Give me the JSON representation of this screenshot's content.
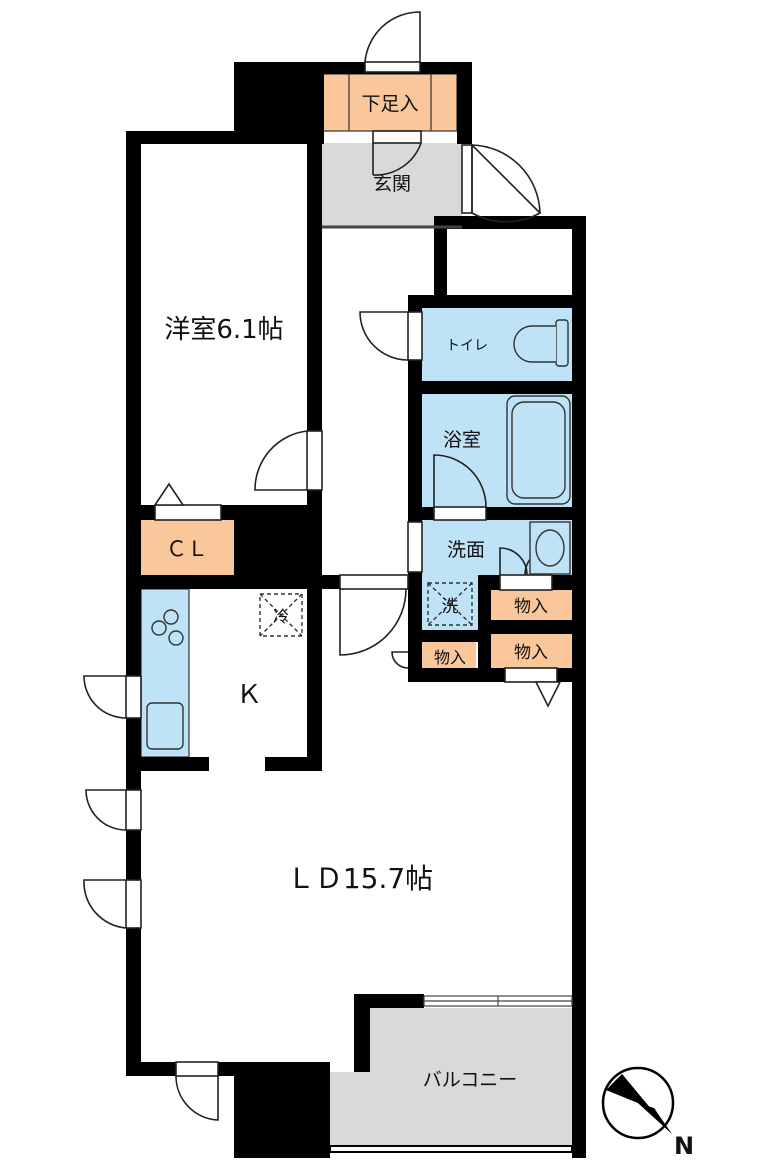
{
  "colors": {
    "wall": "#000000",
    "entrance": "#d9d9d9",
    "balcony": "#d9d9d9",
    "wet_area": "#bfe3f6",
    "storage": "#f9c79a",
    "fixture_stroke": "#333333"
  },
  "rooms": {
    "western_room": "洋室6.1帖",
    "ld": "ＬＤ15.7帖",
    "kitchen": "Ｋ",
    "entrance": "玄関",
    "shoe_box": "下足入",
    "closet": "ＣＬ",
    "toilet": "トイレ",
    "bathroom": "浴室",
    "washroom": "洗面",
    "storage_1": "物入",
    "storage_2": "物入",
    "storage_3": "物入",
    "balcony": "バルコニー",
    "fridge": "冷",
    "washer": "洗"
  },
  "compass": {
    "label": "N",
    "icon": "north-arrow-icon"
  }
}
